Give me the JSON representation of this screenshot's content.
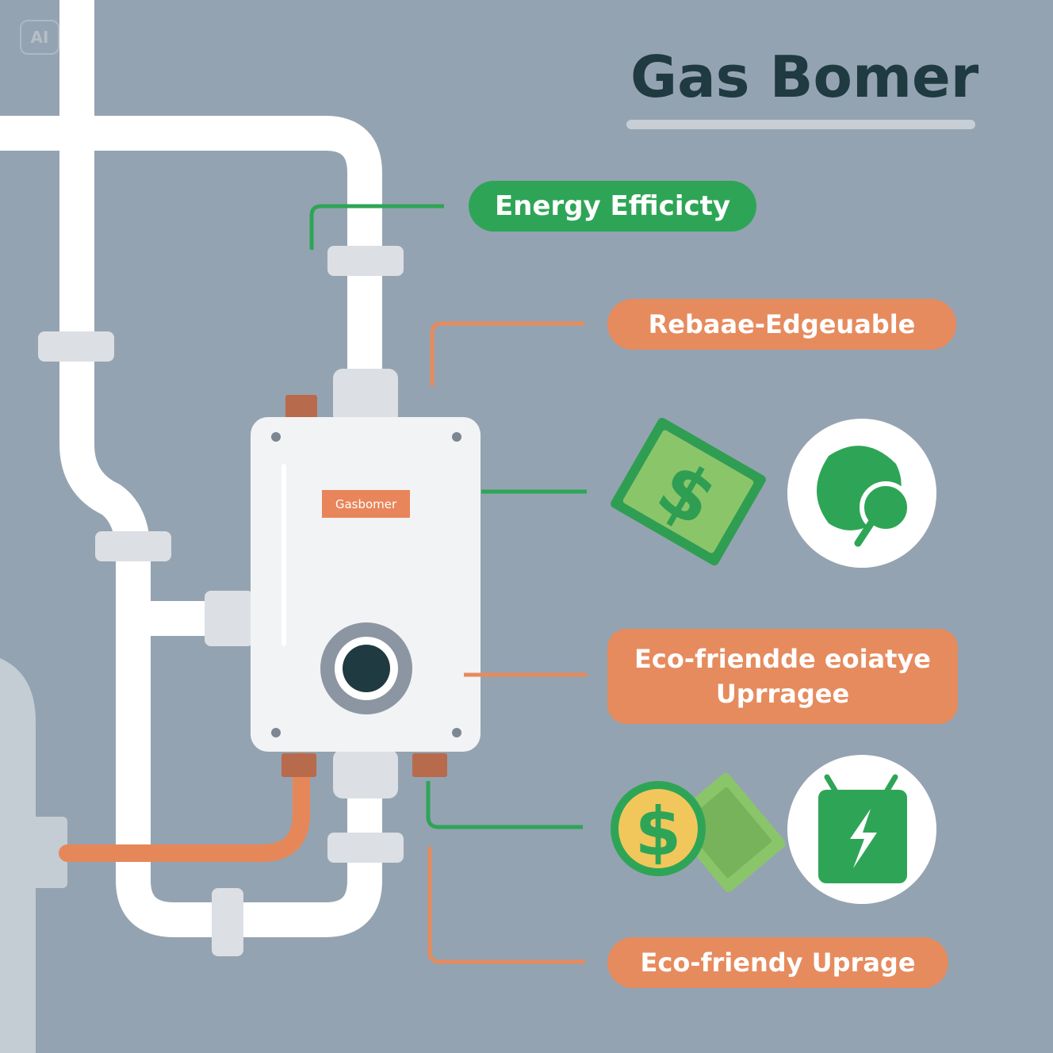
{
  "title": "Gas Bomer",
  "watermark": "AI",
  "heater": {
    "badge": "Gasbomer"
  },
  "callouts": [
    {
      "label": "Energy Efficicty",
      "color": "#2ea556"
    },
    {
      "label": "Rebaae-Edgeuable",
      "color": "#e68b5e"
    },
    {
      "line1": "Eco-friendde eoiatye",
      "line2": "Uprragee",
      "color": "#e68b5e"
    },
    {
      "label": "Eco-friendy Uprage",
      "color": "#e68b5e"
    }
  ],
  "icons": [
    "money-bill-icon",
    "leaf-icon",
    "coin-icon",
    "energy-plug-icon"
  ],
  "colors": {
    "background": "#94a3b1",
    "pipe": "#ffffff",
    "green": "#2ea556",
    "orange": "#e68b5e",
    "title": "#1f3a40"
  }
}
